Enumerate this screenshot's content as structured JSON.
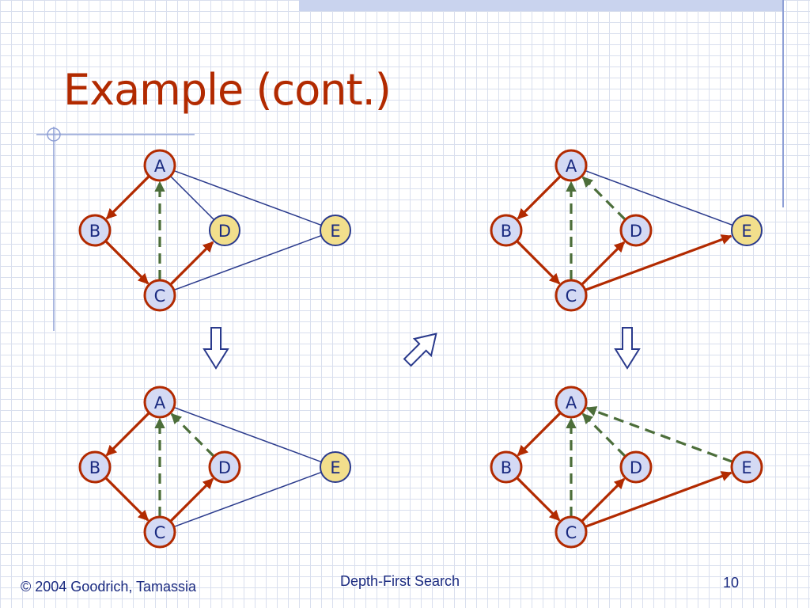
{
  "slide": {
    "title": "Example (cont.)",
    "footer_left": "© 2004 Goodrich, Tamassia",
    "footer_center": "Depth-First Search",
    "footer_right": "10"
  },
  "colors": {
    "title": "#b22a00",
    "discovery_edge": "#b22a00",
    "back_edge": "#4c6e3a",
    "unexplored_edge": "#2a3a8c",
    "node_border": "#b22a00",
    "node_visited_fill": "#d4daf4",
    "node_current_fill": "#f2df8c",
    "label": "#1a2a80"
  },
  "graph": {
    "node_names": [
      "A",
      "B",
      "C",
      "D",
      "E"
    ],
    "edges": [
      [
        "A",
        "B"
      ],
      [
        "A",
        "C"
      ],
      [
        "A",
        "D"
      ],
      [
        "A",
        "E"
      ],
      [
        "B",
        "C"
      ],
      [
        "C",
        "D"
      ],
      [
        "C",
        "E"
      ]
    ]
  },
  "panels": [
    {
      "id": "top-left",
      "current": [
        "D",
        "E"
      ],
      "edges": [
        {
          "from": "A",
          "to": "B",
          "kind": "discovery"
        },
        {
          "from": "B",
          "to": "C",
          "kind": "discovery"
        },
        {
          "from": "C",
          "to": "A",
          "kind": "back"
        },
        {
          "from": "C",
          "to": "D",
          "kind": "discovery"
        },
        {
          "from": "A",
          "to": "D",
          "kind": "unexplored"
        },
        {
          "from": "A",
          "to": "E",
          "kind": "unexplored"
        },
        {
          "from": "C",
          "to": "E",
          "kind": "unexplored"
        }
      ]
    },
    {
      "id": "bottom-left",
      "current": [
        "E"
      ],
      "edges": [
        {
          "from": "A",
          "to": "B",
          "kind": "discovery"
        },
        {
          "from": "B",
          "to": "C",
          "kind": "discovery"
        },
        {
          "from": "C",
          "to": "A",
          "kind": "back"
        },
        {
          "from": "C",
          "to": "D",
          "kind": "discovery"
        },
        {
          "from": "D",
          "to": "A",
          "kind": "back"
        },
        {
          "from": "A",
          "to": "E",
          "kind": "unexplored"
        },
        {
          "from": "C",
          "to": "E",
          "kind": "unexplored"
        }
      ]
    },
    {
      "id": "top-right",
      "current": [
        "E"
      ],
      "edges": [
        {
          "from": "A",
          "to": "B",
          "kind": "discovery"
        },
        {
          "from": "B",
          "to": "C",
          "kind": "discovery"
        },
        {
          "from": "C",
          "to": "A",
          "kind": "back"
        },
        {
          "from": "C",
          "to": "D",
          "kind": "discovery"
        },
        {
          "from": "D",
          "to": "A",
          "kind": "back"
        },
        {
          "from": "C",
          "to": "E",
          "kind": "discovery"
        },
        {
          "from": "A",
          "to": "E",
          "kind": "unexplored"
        }
      ]
    },
    {
      "id": "bottom-right",
      "current": [],
      "edges": [
        {
          "from": "A",
          "to": "B",
          "kind": "discovery"
        },
        {
          "from": "B",
          "to": "C",
          "kind": "discovery"
        },
        {
          "from": "C",
          "to": "A",
          "kind": "back"
        },
        {
          "from": "C",
          "to": "D",
          "kind": "discovery"
        },
        {
          "from": "D",
          "to": "A",
          "kind": "back"
        },
        {
          "from": "C",
          "to": "E",
          "kind": "discovery"
        },
        {
          "from": "E",
          "to": "A",
          "kind": "back"
        }
      ]
    }
  ],
  "transitions": [
    {
      "from": "top-left",
      "to": "bottom-left",
      "direction": "down"
    },
    {
      "from": "bottom-left",
      "to": "top-right",
      "direction": "up-right"
    },
    {
      "from": "top-right",
      "to": "bottom-right",
      "direction": "down"
    }
  ]
}
